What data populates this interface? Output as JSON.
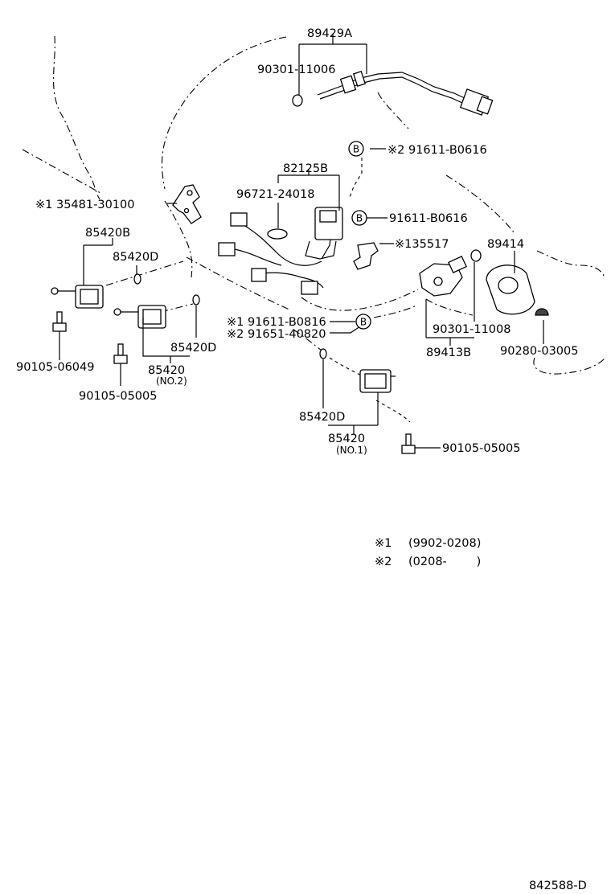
{
  "diagram": {
    "labels": {
      "p89429A": "89429A",
      "p90301_11006": "90301-11006",
      "p91611_B0616_top": "※2 91611-B0616",
      "p82125B": "82125B",
      "p96721_24018": "96721-24018",
      "p35481_30100": "※1 35481-30100",
      "p91611_B0616_mid": "91611-B0616",
      "p85420B": "85420B",
      "p85420D_a": "85420D",
      "p135517": "※135517",
      "p89414": "89414",
      "p91611_B0816": "※1 91611-B0816",
      "p91651_40820": "※2 91651-40820",
      "p85420D_b": "85420D",
      "p90301_11008": "90301-11008",
      "p89413B": "89413B",
      "p90280_03005": "90280-03005",
      "p90105_06049": "90105-06049",
      "p85420_no2": "85420",
      "p85420_no2_sub": "(NO.2)",
      "p90105_05005_a": "90105-05005",
      "p85420D_c": "85420D",
      "p85420_no1": "85420",
      "p85420_no1_sub": "(NO.1)",
      "p90105_05005_b": "90105-05005",
      "badge_b": "B"
    },
    "legend": {
      "note1_mark": "※1",
      "note1_text": "(9902-0208)",
      "note2_mark": "※2",
      "note2_text": "(0208-        )"
    },
    "diagram_id": "842588-D"
  }
}
